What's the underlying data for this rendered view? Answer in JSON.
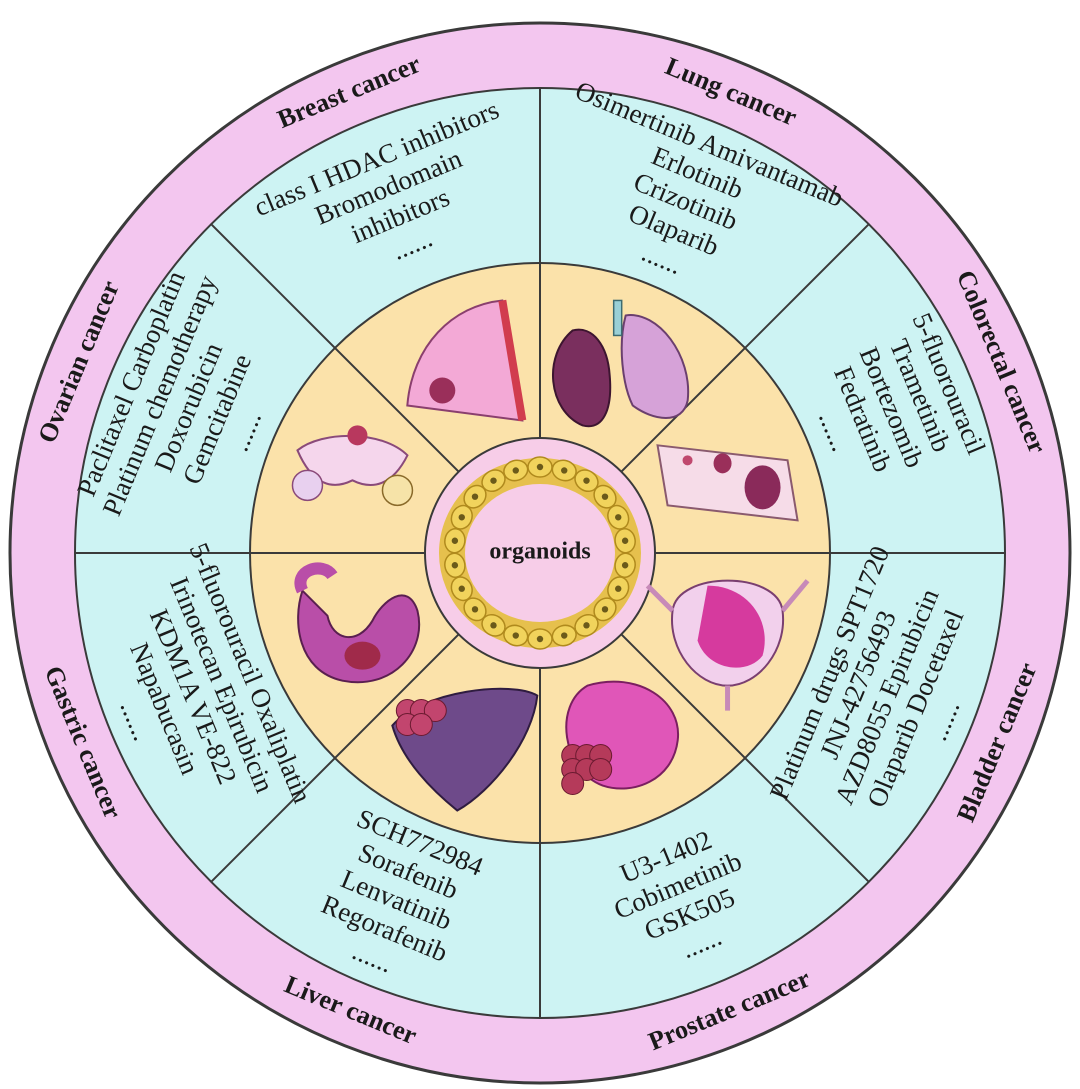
{
  "colors": {
    "outer_ring": "#f3c6ef",
    "drug_sector": "#cdf3f3",
    "organ_ring": "#fbe2aa",
    "center": "#f7cde8",
    "line": "#3a3a3a"
  },
  "center_label": "organoids",
  "cancers": [
    {
      "name": "Lung cancer",
      "organ_icon": "lung-icon",
      "drugs": [
        "Osimertinib  Amivantamab",
        "Erlotinib",
        "Crizotinib",
        "Olaparib",
        "......"
      ]
    },
    {
      "name": "Colorectal cancer",
      "organ_icon": "colon-icon",
      "drugs": [
        "5-fluorouracil",
        "Trametinib",
        "Bortezomib",
        "Fedratinib",
        "......"
      ]
    },
    {
      "name": "Bladder cancer",
      "organ_icon": "bladder-icon",
      "drugs": [
        "Platinum drugs SPT1720",
        "JNJ-42756493",
        "AZD8055  Epirubicin",
        "Olaparib    Docetaxel",
        "......"
      ]
    },
    {
      "name": "Prostate cancer",
      "organ_icon": "prostate-icon",
      "drugs": [
        "U3-1402",
        "Cobimetinib",
        "GSK505",
        "......"
      ]
    },
    {
      "name": "Liver cancer",
      "organ_icon": "liver-icon",
      "drugs": [
        "SCH772984",
        "Sorafenib",
        "Lenvatinib",
        "Regorafenib",
        "......"
      ]
    },
    {
      "name": "Gastric cancer",
      "organ_icon": "stomach-icon",
      "drugs": [
        "5-fluorouracil Oxaliplatin",
        "Irinotecan Epirubicin",
        "KDM1A VE-822",
        "Napabucasin",
        "......"
      ]
    },
    {
      "name": "Ovarian cancer",
      "organ_icon": "ovary-icon",
      "drugs": [
        "Paclitaxel Carboplatin",
        "Platinum chemotherapy",
        "Doxorubicin",
        "Gemcitabine",
        "......"
      ]
    },
    {
      "name": "Breast cancer",
      "organ_icon": "breast-icon",
      "drugs": [
        "class I HDAC inhibitors",
        "Bromodomain",
        "inhibitors",
        "......"
      ]
    }
  ]
}
